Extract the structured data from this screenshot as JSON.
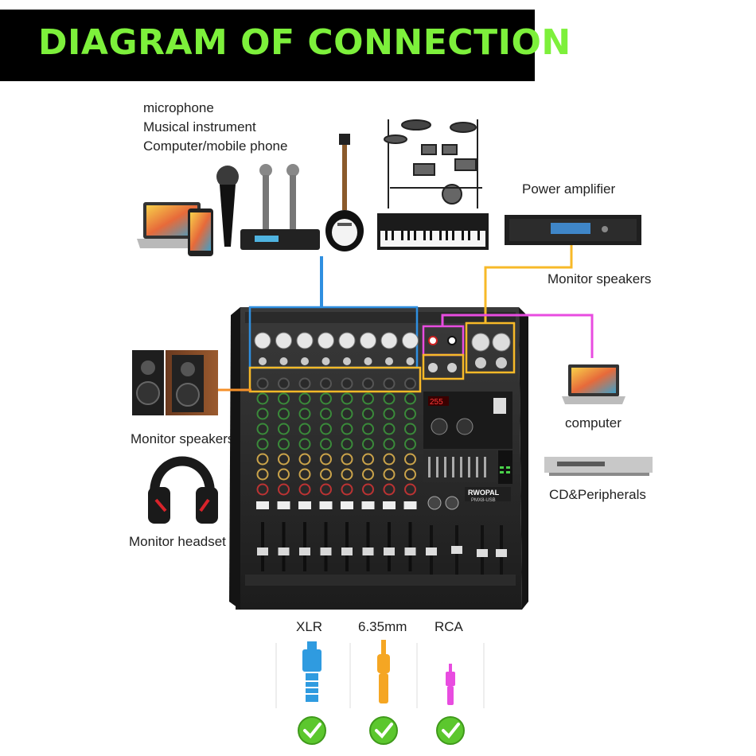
{
  "title": "DIAGRAM OF CONNECTION",
  "sources": {
    "line1": "microphone",
    "line2": "Musical instrument",
    "line3": "Computer/mobile phone"
  },
  "labels": {
    "power_amplifier": "Power amplifier",
    "monitor_speakers_right": "Monitor speakers",
    "computer": "computer",
    "cd_peripherals": "CD&Peripherals",
    "monitor_speakers_left": "Monitor speakers",
    "monitor_headset": "Monitor headset"
  },
  "mixer": {
    "model_badge": "RWOPAL",
    "model_sub": "PMX8-USB",
    "display_value": "255"
  },
  "connectors": [
    {
      "label": "XLR",
      "color": "#2f9be0"
    },
    {
      "label": "6.35mm",
      "color": "#f5a623"
    },
    {
      "label": "RCA",
      "color": "#e84ce0"
    }
  ],
  "colors": {
    "xlr_line": "#2f8fe0",
    "jack_line": "#f7b928",
    "rca_line": "#e84ce0",
    "check": "#5cc72e",
    "title": "#7df03b"
  }
}
